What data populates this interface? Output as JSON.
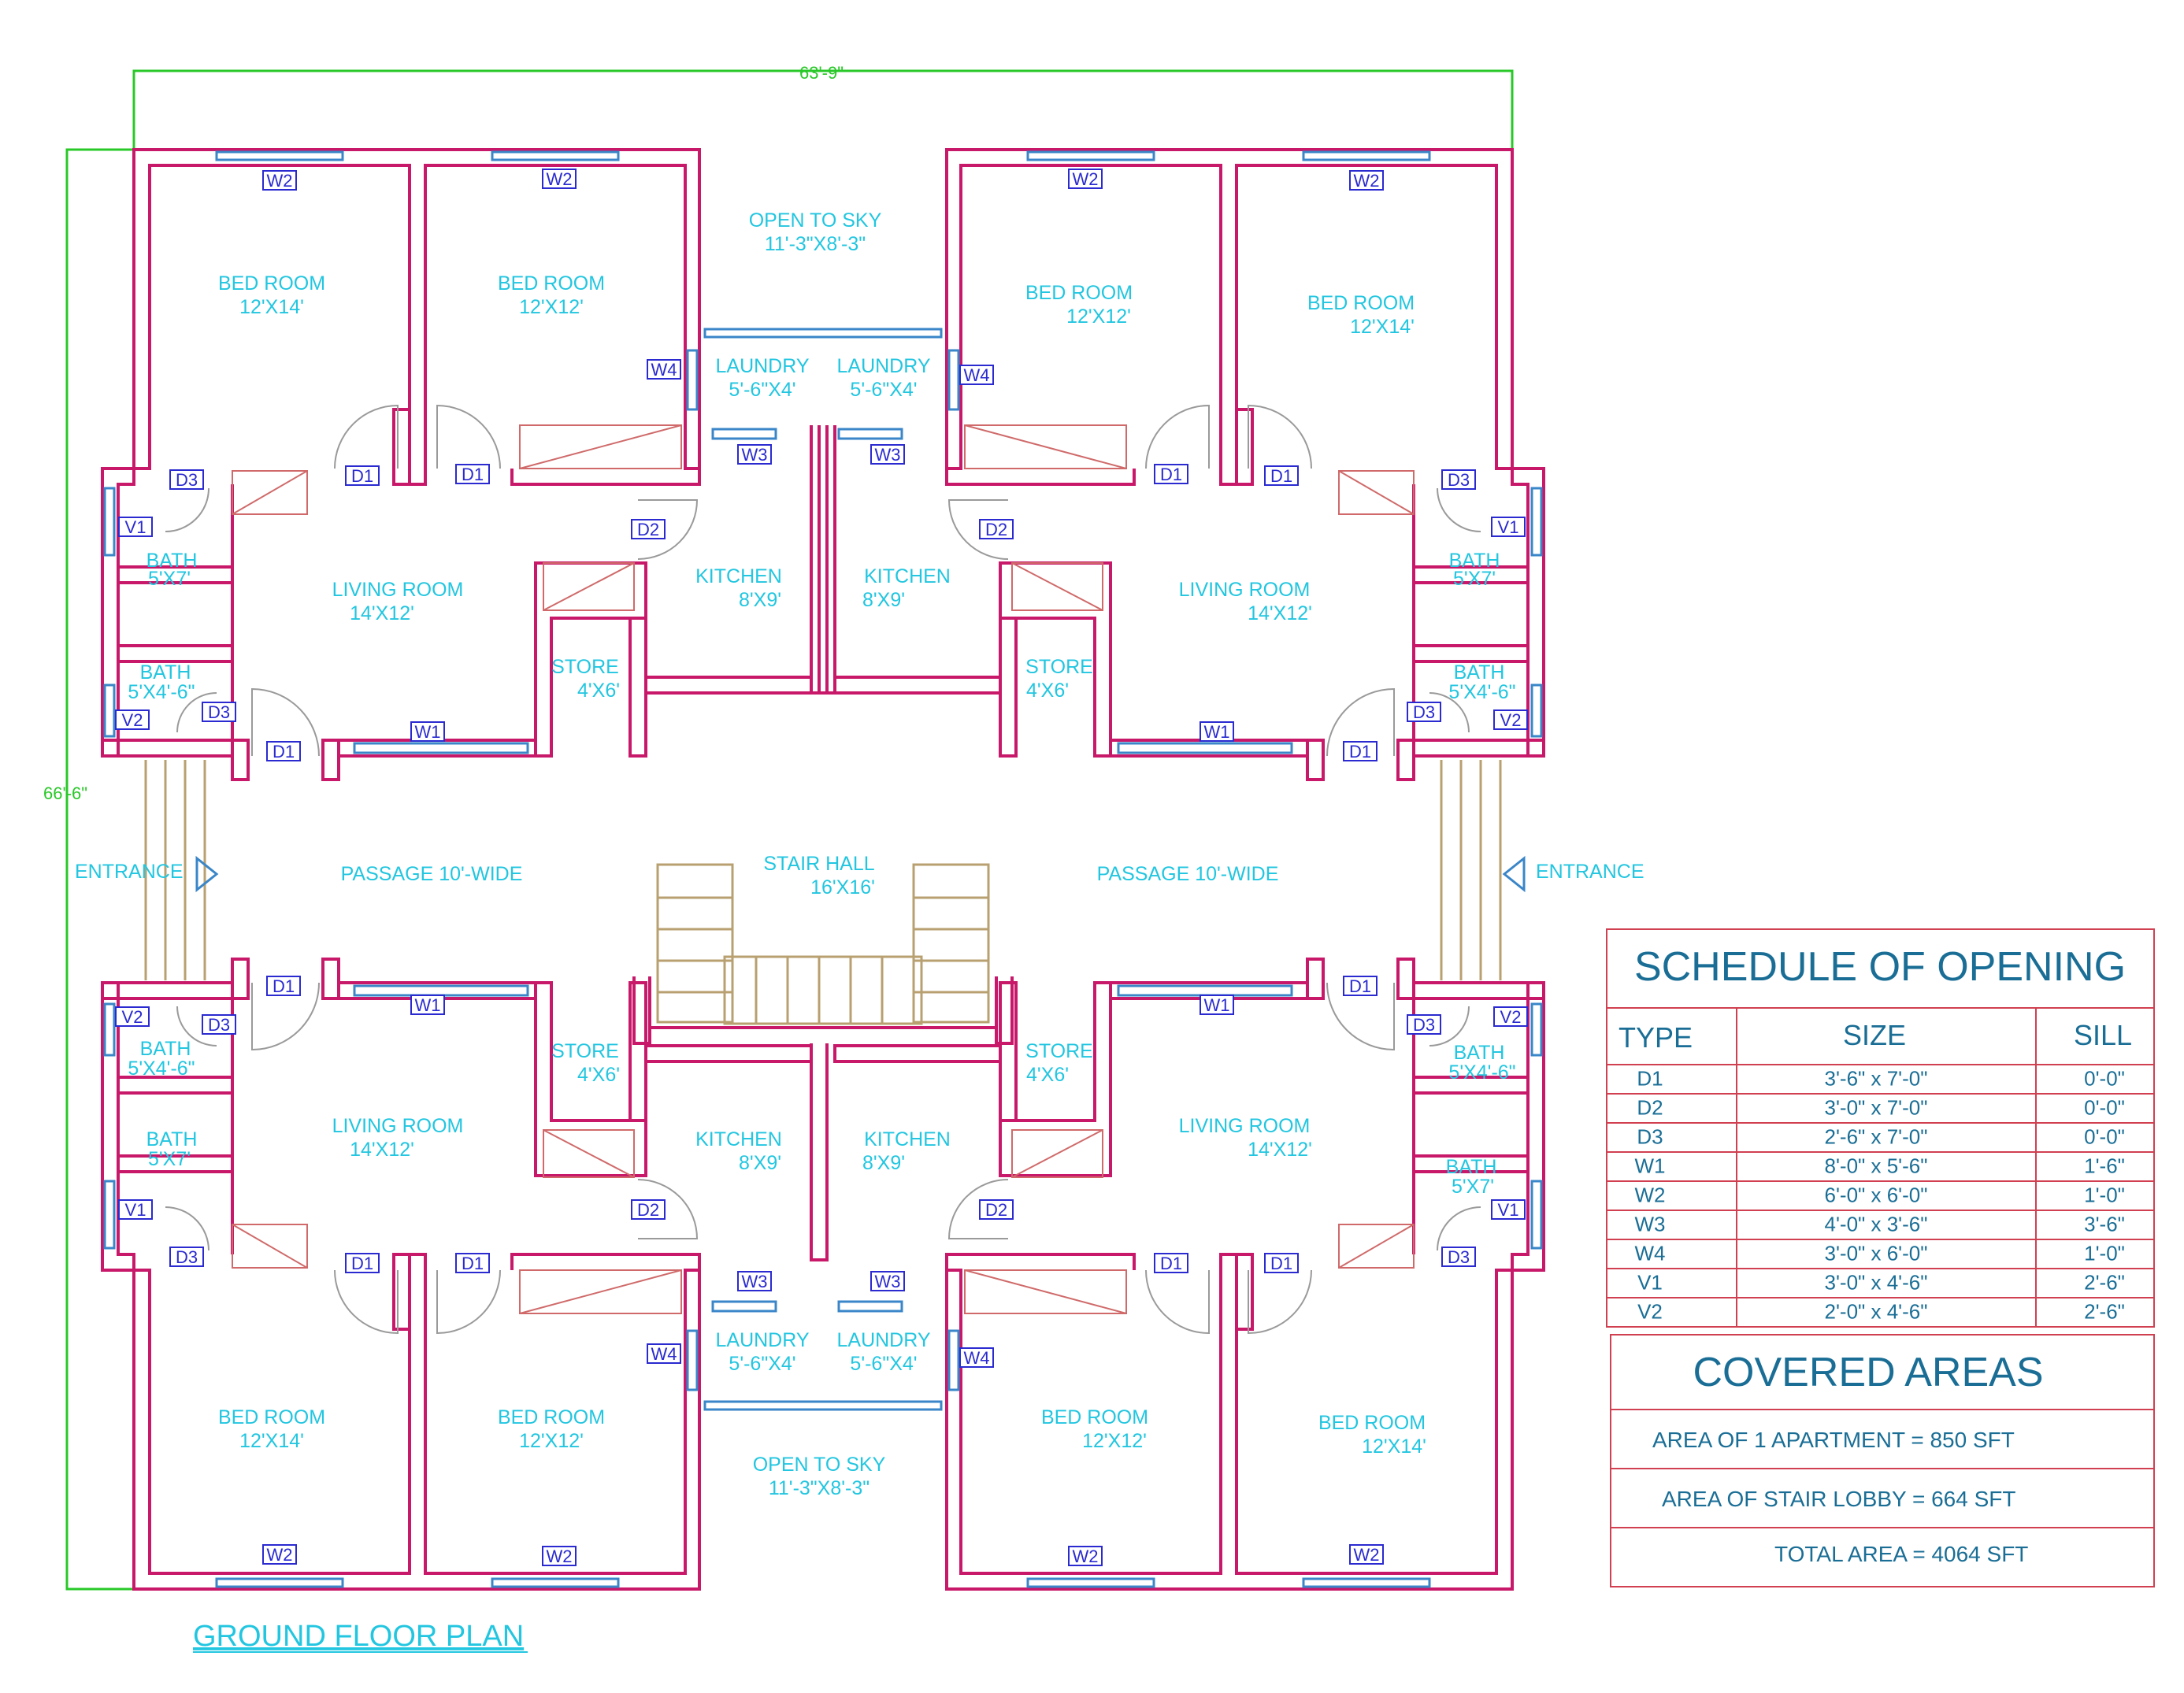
{
  "overall_width_dim": "63'-9\"",
  "overall_height_dim": "66'-6\"",
  "plan_title": "GROUND FLOOR PLAN",
  "rooms": {
    "tl_bed1": {
      "name": "BED ROOM",
      "size": "12'X14'"
    },
    "tl_bed2": {
      "name": "BED ROOM",
      "size": "12'X12'"
    },
    "tr_bed1": {
      "name": "BED ROOM",
      "size": "12'X12'"
    },
    "tr_bed2": {
      "name": "BED ROOM",
      "size": "12'X14'"
    },
    "bl_bed1": {
      "name": "BED ROOM",
      "size": "12'X14'"
    },
    "bl_bed2": {
      "name": "BED ROOM",
      "size": "12'X12'"
    },
    "br_bed1": {
      "name": "BED ROOM",
      "size": "12'X12'"
    },
    "br_bed2": {
      "name": "BED ROOM",
      "size": "12'X14'"
    },
    "open_top": {
      "name": "OPEN TO SKY",
      "size": "11'-3\"X8'-3\""
    },
    "open_bottom": {
      "name": "OPEN TO SKY",
      "size": "11'-3\"X8'-3\""
    },
    "laundry_tl": {
      "name": "LAUNDRY",
      "size": "5'-6\"X4'"
    },
    "laundry_tr": {
      "name": "LAUNDRY",
      "size": "5'-6\"X4'"
    },
    "laundry_bl": {
      "name": "LAUNDRY",
      "size": "5'-6\"X4'"
    },
    "laundry_br": {
      "name": "LAUNDRY",
      "size": "5'-6\"X4'"
    },
    "bath_tl_a": {
      "name": "BATH",
      "size": "5'X7'"
    },
    "bath_tl_b": {
      "name": "BATH",
      "size": "5'X4'-6\""
    },
    "bath_tr_a": {
      "name": "BATH",
      "size": "5'X7'"
    },
    "bath_tr_b": {
      "name": "BATH",
      "size": "5'X4'-6\""
    },
    "bath_bl_a": {
      "name": "BATH",
      "size": "5'X4'-6\""
    },
    "bath_bl_b": {
      "name": "BATH",
      "size": "5'X7'"
    },
    "bath_br_a": {
      "name": "BATH",
      "size": "5'X4'-6\""
    },
    "bath_br_b": {
      "name": "BATH",
      "size": "5'X7'"
    },
    "living_tl": {
      "name": "LIVING ROOM",
      "size": "14'X12'"
    },
    "living_tr": {
      "name": "LIVING ROOM",
      "size": "14'X12'"
    },
    "living_bl": {
      "name": "LIVING ROOM",
      "size": "14'X12'"
    },
    "living_br": {
      "name": "LIVING ROOM",
      "size": "14'X12'"
    },
    "kitchen_tl": {
      "name": "KITCHEN",
      "size": "8'X9'"
    },
    "kitchen_tr": {
      "name": "KITCHEN",
      "size": "8'X9'"
    },
    "kitchen_bl": {
      "name": "KITCHEN",
      "size": "8'X9'"
    },
    "kitchen_br": {
      "name": "KITCHEN",
      "size": "8'X9'"
    },
    "store_tl": {
      "name": "STORE",
      "size": "4'X6'"
    },
    "store_tr": {
      "name": "STORE",
      "size": "4'X6'"
    },
    "store_bl": {
      "name": "STORE",
      "size": "4'X6'"
    },
    "store_br": {
      "name": "STORE",
      "size": "4'X6'"
    },
    "stair_hall": {
      "name": "STAIR HALL",
      "size": "16'X16'"
    },
    "passage_left": {
      "name": "PASSAGE 10'-WIDE"
    },
    "passage_right": {
      "name": "PASSAGE 10'-WIDE"
    },
    "entrance_left": {
      "name": "ENTRANCE"
    },
    "entrance_right": {
      "name": "ENTRANCE"
    }
  },
  "tags": {
    "W1": "W1",
    "W2": "W2",
    "W3": "W3",
    "W4": "W4",
    "D1": "D1",
    "D2": "D2",
    "D3": "D3",
    "V1": "V1",
    "V2": "V2"
  },
  "schedule": {
    "title": "SCHEDULE OF OPENING",
    "headers": [
      "TYPE",
      "SIZE",
      "SILL"
    ],
    "rows": [
      [
        "D1",
        "3'-6\" x 7'-0\"",
        "0'-0\""
      ],
      [
        "D2",
        "3'-0\" x 7'-0\"",
        "0'-0\""
      ],
      [
        "D3",
        "2'-6\" x 7'-0\"",
        "0'-0\""
      ],
      [
        "W1",
        "8'-0\" x 5'-6\"",
        "1'-6\""
      ],
      [
        "W2",
        "6'-0\" x 6'-0\"",
        "1'-0\""
      ],
      [
        "W3",
        "4'-0\" x 3'-6\"",
        "3'-6\""
      ],
      [
        "W4",
        "3'-0\" x 6'-0\"",
        "1'-0\""
      ],
      [
        "V1",
        "3'-0\" x 4'-6\"",
        "2'-6\""
      ],
      [
        "V2",
        "2'-0\" x 4'-6\"",
        "2'-6\""
      ]
    ]
  },
  "areas": {
    "title": "COVERED AREAS",
    "apartment": "AREA OF 1 APARTMENT = 850 SFT",
    "stair_lobby": "AREA OF STAIR LOBBY = 664 SFT",
    "total": "TOTAL AREA = 4064 SFT"
  }
}
